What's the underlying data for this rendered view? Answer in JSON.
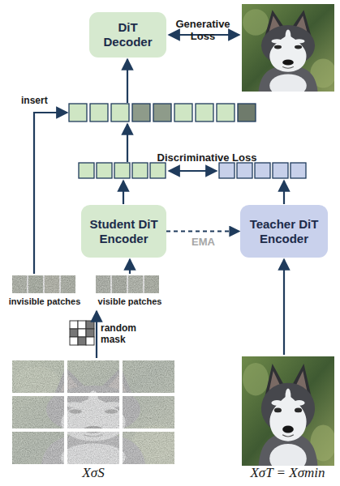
{
  "diagram": {
    "nodes": [
      {
        "text": [
          "DiT Decoder"
        ]
      },
      {
        "text": [
          "Student DiT Encoder"
        ]
      },
      {
        "text": [
          "Teacher DiT Encoder"
        ]
      }
    ],
    "edges": [
      {
        "from": 1,
        "to": 2,
        "arrow": "to",
        "label": "EMA"
      }
    ],
    "labels": [
      "Generative Loss",
      "insert",
      "Discriminative Loss",
      "invisible patches",
      "visible patches",
      "random mask",
      "XσS",
      "XσT = Xσmin"
    ]
  }
}
